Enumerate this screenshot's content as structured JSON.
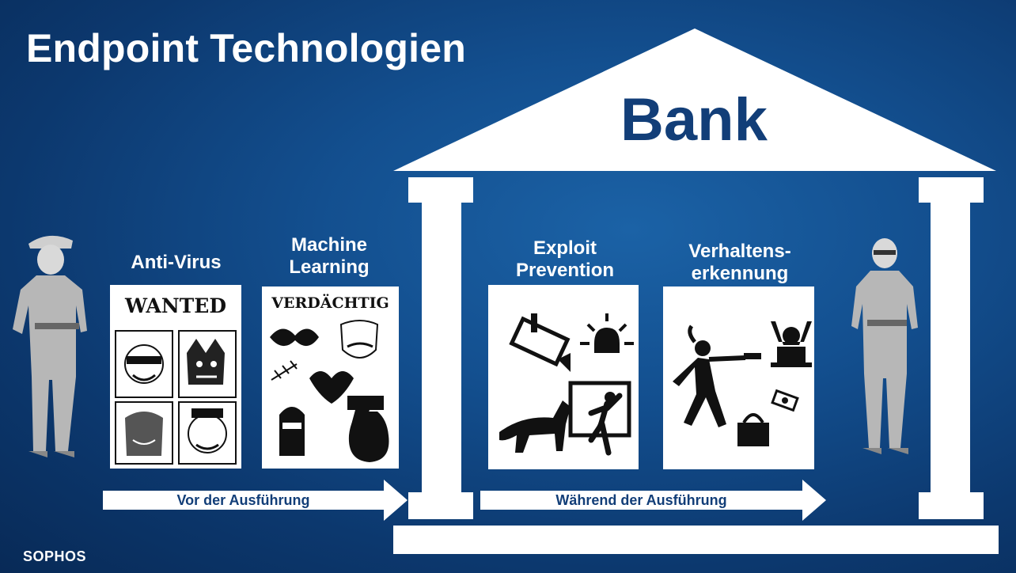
{
  "title": "Endpoint Technologien",
  "logo": "SOPHOS",
  "bank": {
    "label": "Bank"
  },
  "columns": {
    "anti_virus": "Anti-Virus",
    "machine_learning_1": "Machine",
    "machine_learning_2": "Learning",
    "exploit_1": "Exploit",
    "exploit_2": "Prevention",
    "behavior_1": "Verhaltens-",
    "behavior_2": "erkennung"
  },
  "cards": {
    "wanted": "WANTED",
    "suspicious": "VERDÄCHTIG"
  },
  "arrows": {
    "before": "Vor der Ausführung",
    "during": "Während der Ausführung"
  },
  "colors": {
    "background": "#0c386e",
    "bank_text": "#123e78",
    "white": "#ffffff"
  }
}
